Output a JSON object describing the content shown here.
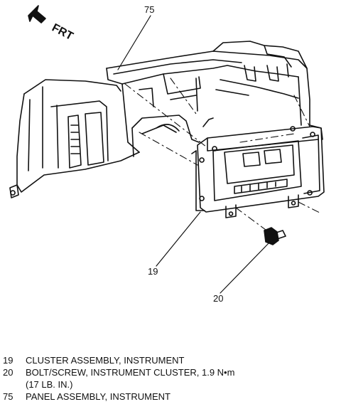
{
  "direction_label": "FRT",
  "callouts": {
    "c75": "75",
    "c19": "19",
    "c20": "20"
  },
  "legend": [
    {
      "num": "19",
      "text": "CLUSTER ASSEMBLY, INSTRUMENT"
    },
    {
      "num": "20",
      "text": "BOLT/SCREW, INSTRUMENT CLUSTER, 1.9 N•m",
      "cont": "(17 LB. IN.)"
    },
    {
      "num": "75",
      "text": "PANEL ASSEMBLY, INSTRUMENT"
    }
  ]
}
